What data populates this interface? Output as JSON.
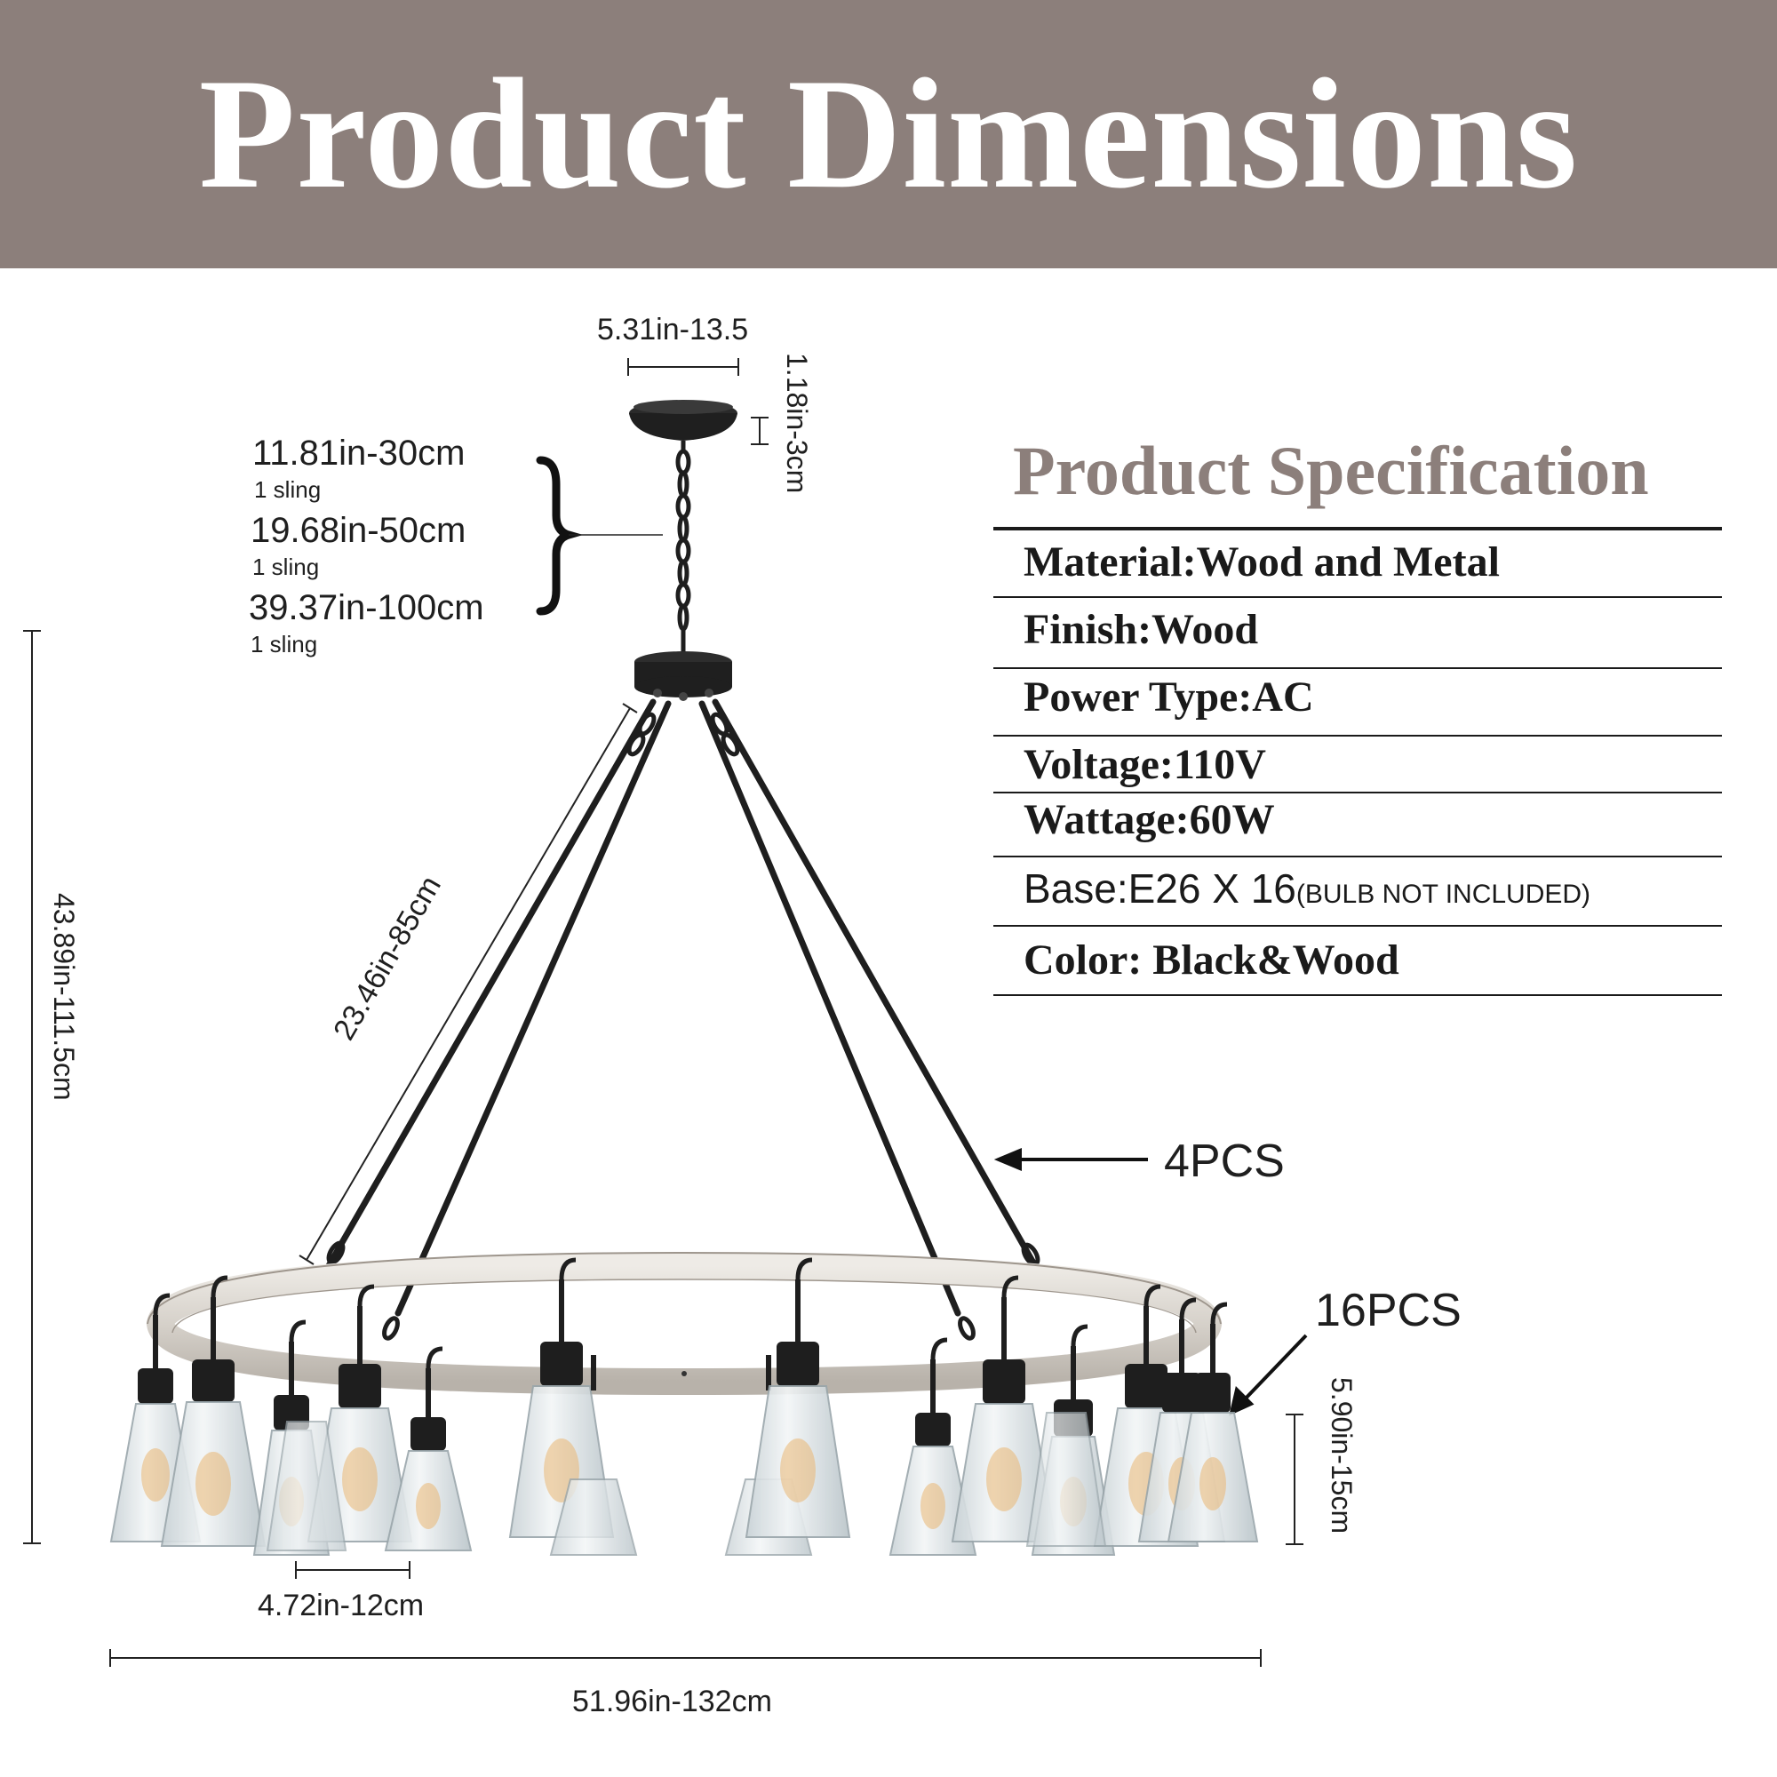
{
  "header": {
    "title": "Product Dimensions",
    "band_color": "#8c7f7b"
  },
  "dimensions": {
    "canopy_width": "5.31in-13.5",
    "canopy_height": "1.18in-3cm",
    "chain_options": [
      {
        "size": "11.81in-30cm",
        "note": "1 sling"
      },
      {
        "size": "19.68in-50cm",
        "note": "1 sling"
      },
      {
        "size": "39.37in-100cm",
        "note": "1 sling"
      }
    ],
    "rod_length": "23.46in-85cm",
    "total_height": "43.89in-111.5cm",
    "rods_count": "4PCS",
    "shades_count": "16PCS",
    "shade_height": "5.90in-15cm",
    "shade_width": "4.72in-12cm",
    "total_width": "51.96in-132cm"
  },
  "specification": {
    "title": "Product Specification",
    "title_color": "#8c7f7b",
    "rows": [
      {
        "text": "Material:Wood and Metal"
      },
      {
        "text": "Finish:Wood"
      },
      {
        "text": "Power Type:AC"
      },
      {
        "text": "Voltage:110V"
      },
      {
        "text": "Wattage:60W"
      },
      {
        "text": "Base:E26 X 16",
        "note": "(BULB NOT INCLUDED)"
      },
      {
        "text": "Color: Black&Wood"
      }
    ]
  },
  "product_image": {
    "description_icon": "wagon-wheel-chandelier-illustration",
    "metal_color": "#1e1e1e",
    "wood_color": "#dcd8d2",
    "glass_color": "#e8eef0",
    "bulb_color": "#e9b772"
  }
}
